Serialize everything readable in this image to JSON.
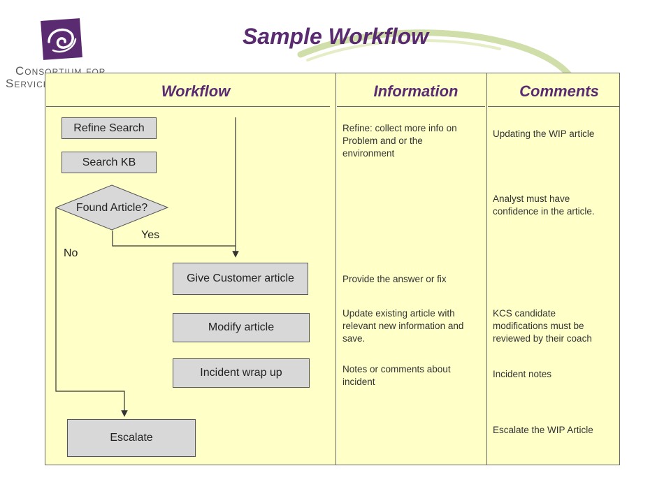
{
  "title": "Sample Workflow",
  "logo": {
    "line1": "Consortium for",
    "line2": "Service"
  },
  "columns": {
    "workflow": "Workflow",
    "information": "Information",
    "comments": "Comments"
  },
  "workflow": {
    "refine_search": "Refine Search",
    "search_kb": "Search KB",
    "found_article": "Found Article?",
    "yes": "Yes",
    "no": "No",
    "give_customer_article": "Give Customer article",
    "modify_article": "Modify article",
    "incident_wrap_up": "Incident wrap up",
    "escalate": "Escalate"
  },
  "information": {
    "refine": "Refine: collect more info on Problem and or the environment",
    "provide": "Provide the answer or fix",
    "update": "Update existing article with relevant new information and save.",
    "notes": "Notes or comments about incident"
  },
  "comments": {
    "updating": "Updating the WIP article",
    "analyst": "Analyst must have confidence in the article.",
    "kcs": "KCS candidate modifications must be reviewed by their coach",
    "incident_notes": "Incident notes",
    "escalate_wip": "Escalate the WIP Article"
  },
  "colors": {
    "title": "#5b2b72",
    "panel": "#ffffc8",
    "box": "#d8d8d8",
    "logo": "#5b2b72",
    "swoosh": "#c8d89a"
  }
}
